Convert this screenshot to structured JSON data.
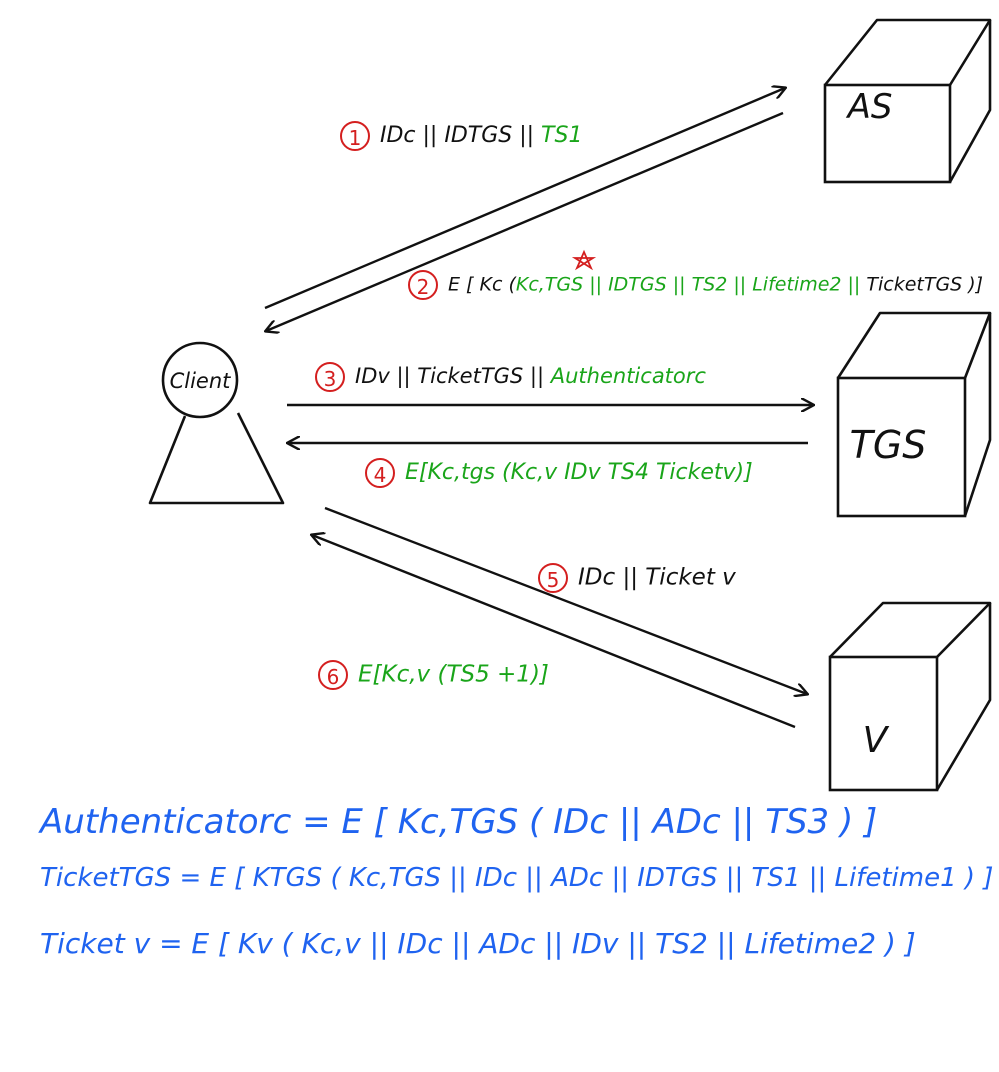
{
  "nodes": {
    "client": "Client",
    "as": "AS",
    "tgs": "TGS",
    "v": "V"
  },
  "messages": [
    {
      "step": "1",
      "black": "IDc || IDTGS ||",
      "green": " TS1"
    },
    {
      "step": "2",
      "black": "E [ Kc (",
      "green": "Kc,TGS || IDTGS || TS2 || Lifetime2 ||",
      "black_end": " TicketTGS )]"
    },
    {
      "step": "3",
      "black": "IDv || TicketTGS ||",
      "green": " Authenticatorc"
    },
    {
      "step": "4",
      "green": "E[Kc,tgs (Kc,v IDv TS4 Ticketv)]"
    },
    {
      "step": "5",
      "black": "IDc || Ticket v"
    },
    {
      "step": "6",
      "green": "E[Kc,v (TS5 +1)]"
    }
  ],
  "formulas": [
    "Authenticatorc = E [ Kc,TGS ( IDc || ADc || TS3 ) ]",
    "TicketTGS = E [ KTGS ( Kc,TGS || IDc || ADc || IDTGS || TS1 || Lifetime1 ) ]",
    "Ticket v = E [ Kv ( Kc,v || IDc || ADc || IDv || TS2 || Lifetime2 ) ]"
  ],
  "colors": {
    "ink": "#111111",
    "green": "#1aa51a",
    "red": "#d41f1f",
    "blue": "#1f63f0"
  }
}
